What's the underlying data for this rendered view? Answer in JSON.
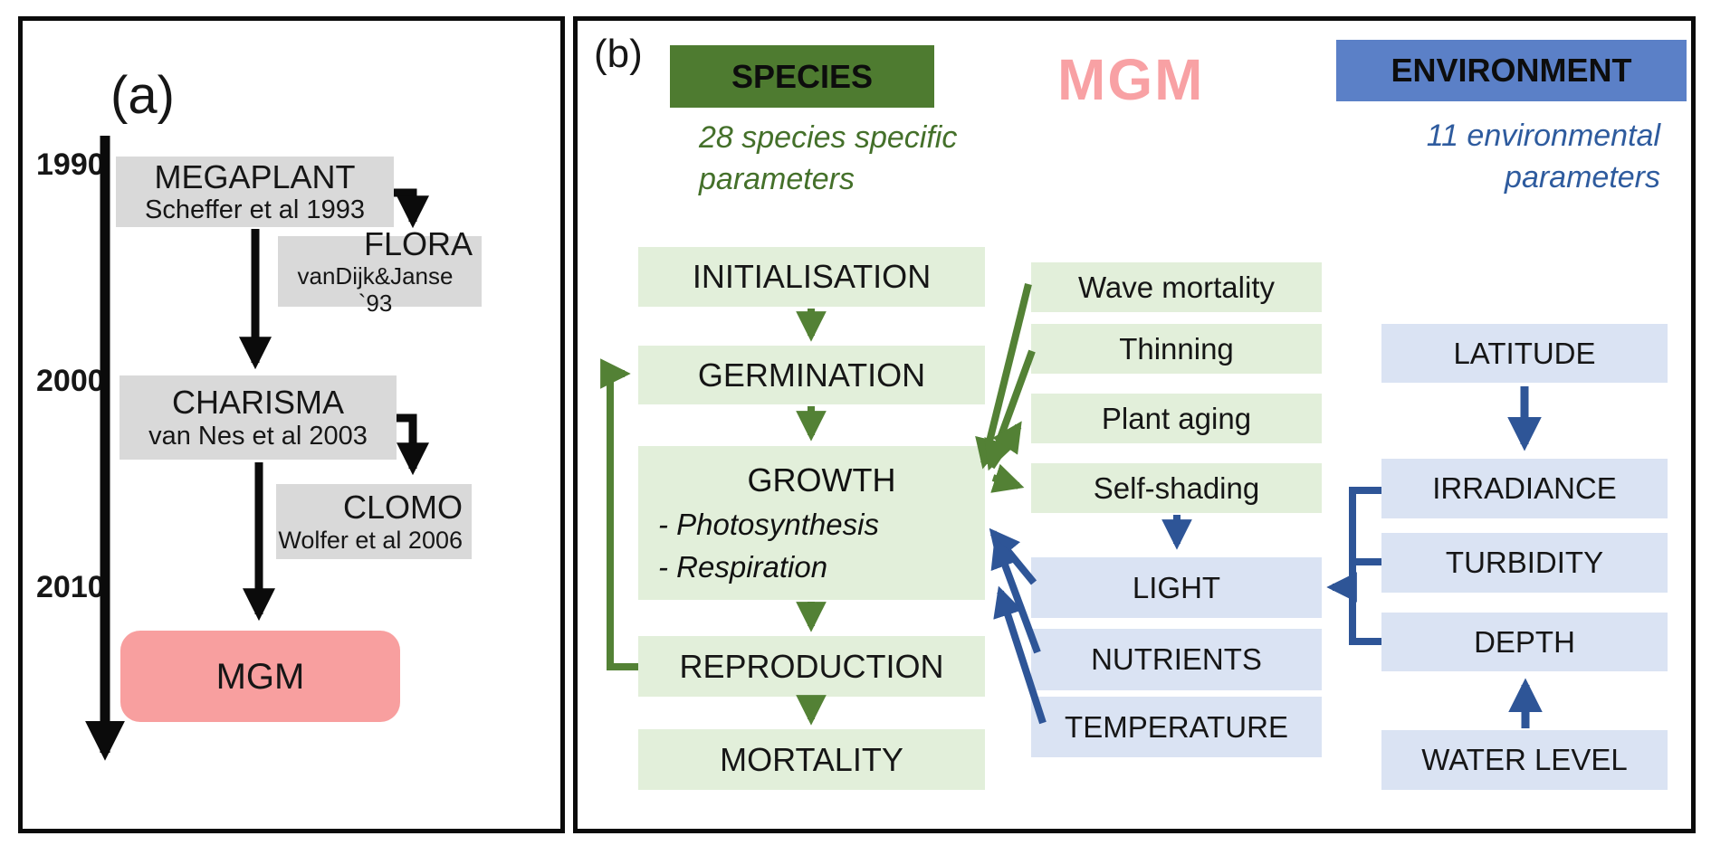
{
  "figure": {
    "type": "model-lineage-and-structure-diagram"
  },
  "colors": {
    "timeline_box_gray": "#d9d9d9",
    "mgm_pink_box": "#f89f9f",
    "mgm_pink_text": "#f8a1a4",
    "species_header_green": "#4e7b30",
    "process_box_light_green": "#e2efda",
    "environment_header_blue": "#5b80c7",
    "environment_box_light_blue": "#dae3f3",
    "arrow_green": "#538135",
    "arrow_blue": "#2e5597",
    "species_note_green": "#44702a",
    "environment_note_blue": "#2e5b9e",
    "black": "#0b0b0b"
  },
  "panel_a": {
    "label": "(a)",
    "timeline_years": [
      "1990",
      "2000",
      "2010"
    ],
    "models": [
      {
        "name": "MEGAPLANT",
        "citation": "Scheffer et al 1993"
      },
      {
        "name": "FLORA",
        "citation": "vanDijk&Janse `93"
      },
      {
        "name": "CHARISMA",
        "citation": "van Nes et al 2003"
      },
      {
        "name": "CLOMO",
        "citation": "Wolfer et al 2006"
      },
      {
        "name": "MGM",
        "citation": ""
      }
    ]
  },
  "panel_b": {
    "label": "(b)",
    "species_header": "SPECIES",
    "species_note_line1": "28 species specific",
    "species_note_line2": "parameters",
    "mgm_title": "MGM",
    "environment_header": "ENVIRONMENT",
    "environment_note_line1": "11 environmental",
    "environment_note_line2": "parameters",
    "process_flow": {
      "initialisation": "INITIALISATION",
      "germination": "GERMINATION",
      "growth": "GROWTH",
      "growth_detail1": "- Photosynthesis",
      "growth_detail2": "- Respiration",
      "reproduction": "REPRODUCTION",
      "mortality": "MORTALITY"
    },
    "species_processes": [
      "Wave mortality",
      "Thinning",
      "Plant aging",
      "Self-shading"
    ],
    "environment_factors": [
      "LIGHT",
      "NUTRIENTS",
      "TEMPERATURE"
    ],
    "environment_inputs": [
      "LATITUDE",
      "IRRADIANCE",
      "TURBIDITY",
      "DEPTH",
      "WATER LEVEL"
    ]
  }
}
